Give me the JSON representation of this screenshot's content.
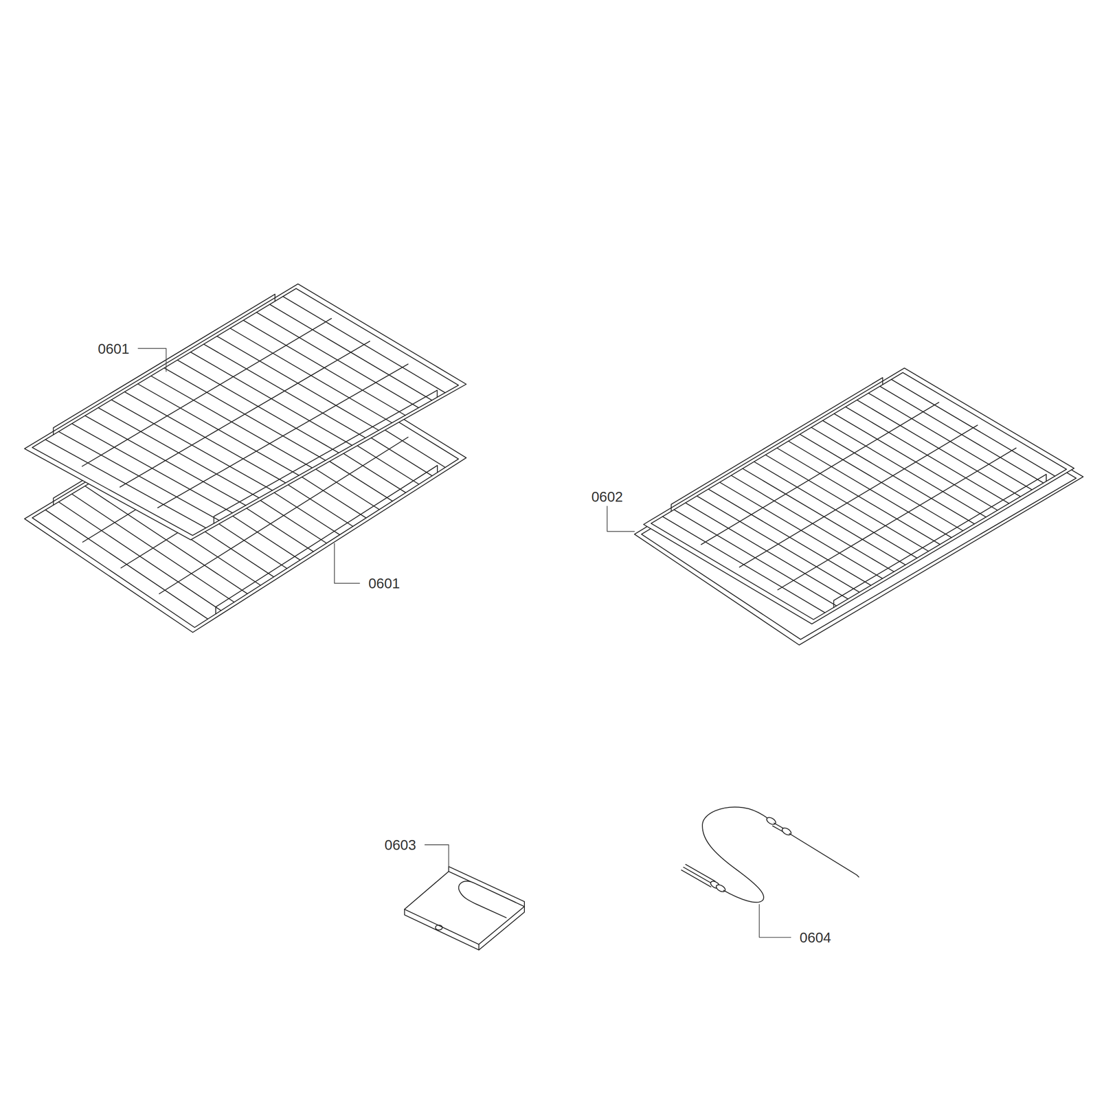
{
  "diagram": {
    "labels": [
      "0601",
      "0601",
      "0602",
      "0603",
      "0604"
    ]
  }
}
